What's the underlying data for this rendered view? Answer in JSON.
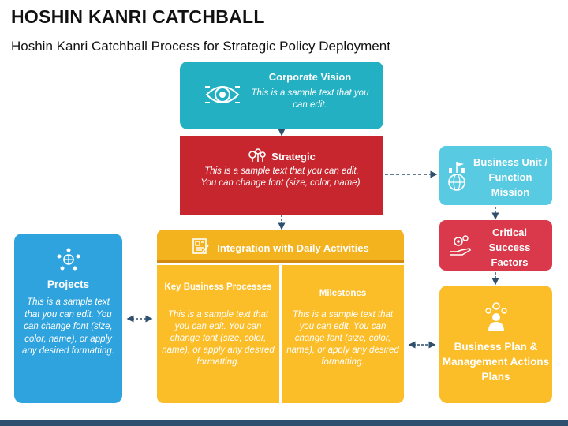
{
  "header": {
    "title": "HOSHIN KANRI CATCHBALL",
    "subtitle": "Hoshin Kanri Catchball Process for Strategic Policy Deployment"
  },
  "boxes": {
    "vision": {
      "title": "Corporate Vision",
      "body": "This is a sample text that you can edit.",
      "icon": "eye-icon",
      "color": "#23b0c2"
    },
    "strategic": {
      "title": "Strategic",
      "body": "This is a sample text that you can edit. You can change font (size, color, name).",
      "icon": "idea-icon",
      "color": "#c8262e"
    },
    "integration": {
      "title": "Integration with Daily Activities",
      "icon": "document-chart-icon",
      "color": "#f3b31f"
    },
    "key_business": {
      "title": "Key Business Processes",
      "body": "This is a sample text that you can edit. You can change font (size, color, name), or apply any desired formatting.",
      "color": "#fbbd28"
    },
    "milestones": {
      "title": "Milestones",
      "body": "This is a sample text that you can edit. You can change font (size, color, name), or apply any desired formatting.",
      "color": "#fbbd28"
    },
    "projects": {
      "title": "Projects",
      "body": "This is a sample text that you can edit. You can change font (size, color, name), or apply any desired formatting.",
      "icon": "team-globe-icon",
      "color": "#2ea3de"
    },
    "business_unit": {
      "title": "Business Unit / Function Mission",
      "icon": "flag-globe-icon",
      "color": "#58cbe2"
    },
    "csf": {
      "title": "Critical Success Factors",
      "icon": "hand-gears-icon",
      "color": "#d9394a"
    },
    "business_plan": {
      "title": "Business Plan & Management Actions Plans",
      "icon": "manager-gears-icon",
      "color": "#fbbd28"
    }
  }
}
